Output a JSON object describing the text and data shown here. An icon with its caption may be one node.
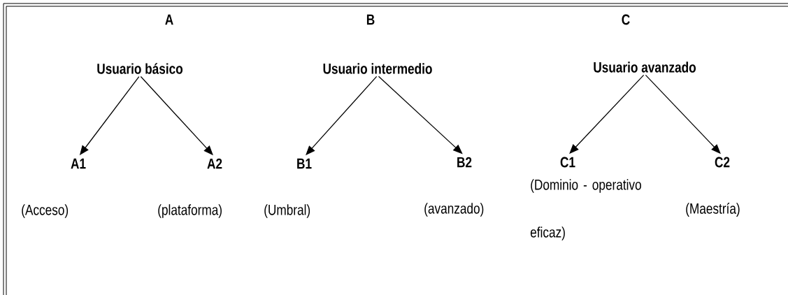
{
  "diagram": {
    "nodes": [
      {
        "text": [
          "Usuario básico"
        ]
      },
      {
        "text": [
          "A1"
        ],
        "beside": [
          "(Acceso)"
        ]
      },
      {
        "text": [
          "A2"
        ],
        "beside": [
          "(plataforma)"
        ]
      },
      {
        "text": [
          "Usuario intermedio"
        ]
      },
      {
        "text": [
          "B1"
        ],
        "beside": [
          "(Umbral)"
        ]
      },
      {
        "text": [
          "B2"
        ],
        "beside": [
          "(avanzado)"
        ]
      },
      {
        "text": [
          "Usuario avanzado"
        ]
      },
      {
        "text": [
          "C1"
        ],
        "beside": [
          "(Dominio - operativo eficaz)"
        ]
      },
      {
        "text": [
          "C2"
        ],
        "beside": [
          "(Maestría)"
        ]
      }
    ],
    "edges": [
      {
        "from": 0,
        "to": 1,
        "arrow": "to"
      },
      {
        "from": 0,
        "to": 2,
        "arrow": "to"
      },
      {
        "from": 3,
        "to": 4,
        "arrow": "to"
      },
      {
        "from": 3,
        "to": 5,
        "arrow": "to"
      },
      {
        "from": 6,
        "to": 7,
        "arrow": "to"
      },
      {
        "from": 6,
        "to": 8,
        "arrow": "to"
      }
    ],
    "labels": [
      "A",
      "B",
      "C"
    ]
  }
}
